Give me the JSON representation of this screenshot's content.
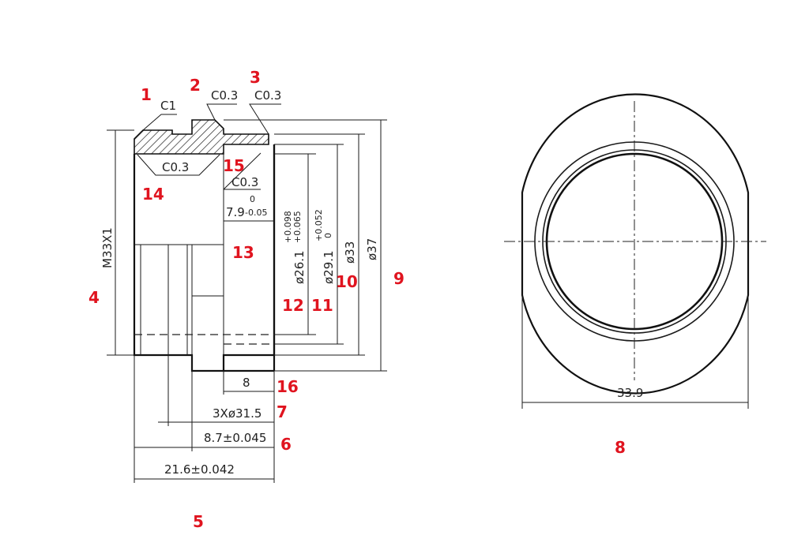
{
  "dimensions": {
    "c1": "C1",
    "c03_a": "C0.3",
    "c03_b": "C0.3",
    "c03_c": "C0.3",
    "c03_d": "C0.3",
    "thread": "M33X1",
    "width_79": "7.9",
    "width_79_tol_upper": "0",
    "width_79_tol_lower": "-0.05",
    "dia_261": "ø26.1",
    "dia_261_tol_upper": "+0.098",
    "dia_261_tol_lower": "+0.065",
    "dia_291": "ø29.1",
    "dia_291_tol_upper": "+0.052",
    "dia_291_tol_lower": "0",
    "dia_33": "ø33",
    "dia_37": "ø37",
    "len_8": "8",
    "grooves": "3Xø31.5",
    "len_87": "8.7±0.045",
    "len_216": "21.6±0.042",
    "flat_339": "33.9"
  },
  "callouts": {
    "n1": "1",
    "n2": "2",
    "n3": "3",
    "n4": "4",
    "n5": "5",
    "n6": "6",
    "n7": "7",
    "n8": "8",
    "n9": "9",
    "n10": "10",
    "n11": "11",
    "n12": "12",
    "n13": "13",
    "n14": "14",
    "n15": "15",
    "n16": "16"
  },
  "colors": {
    "callout": "#e0141f",
    "line": "#1a1a1a"
  }
}
